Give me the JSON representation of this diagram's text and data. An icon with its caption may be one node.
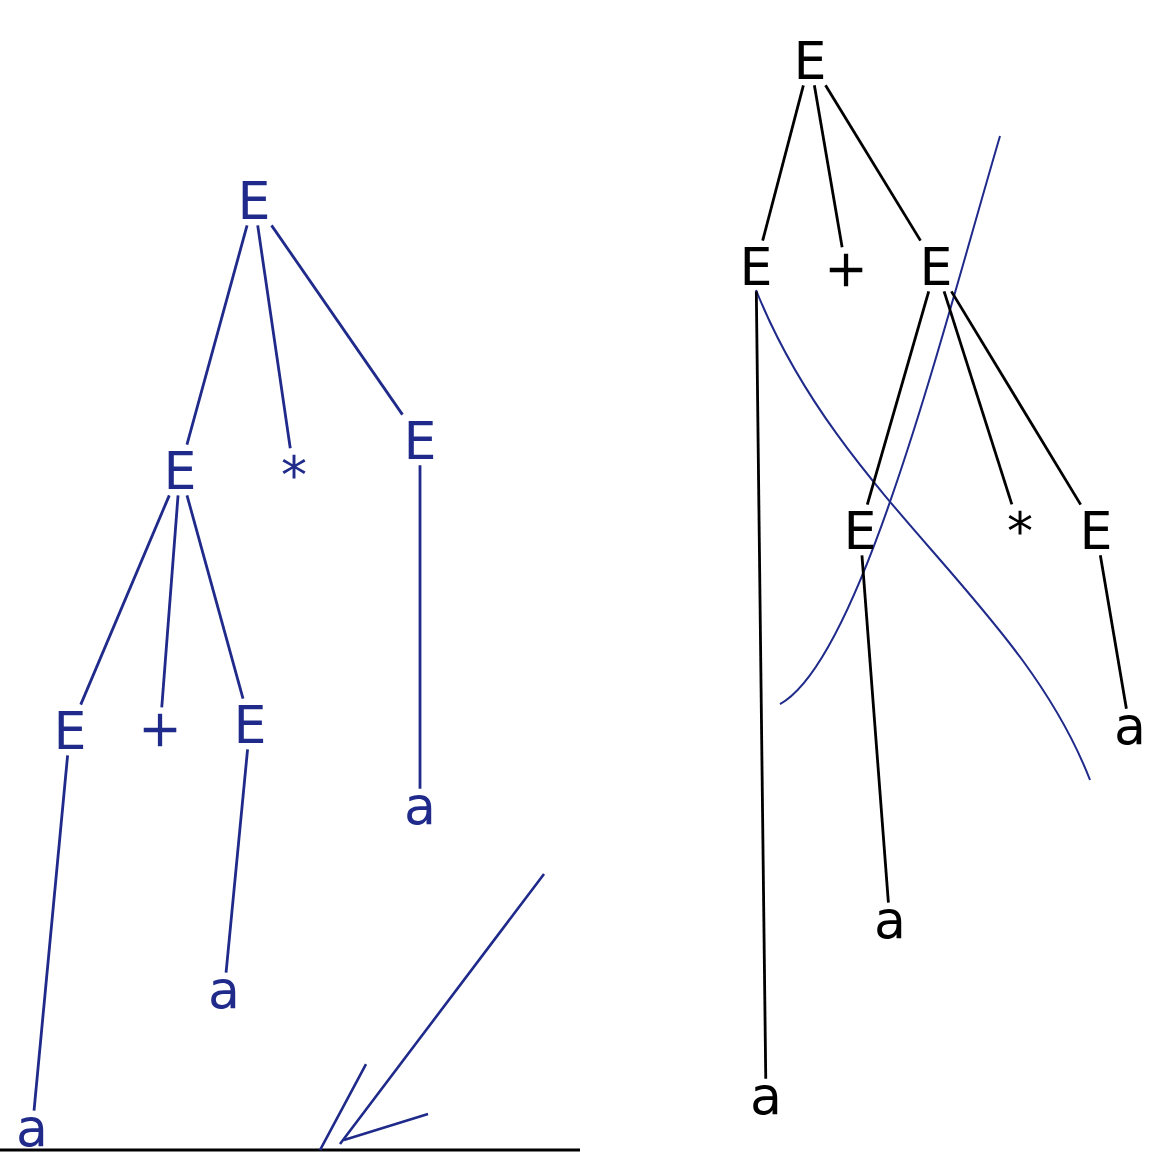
{
  "diagram": {
    "nodes": [
      {
        "text": [
          "E"
        ]
      },
      {
        "text": [
          "E"
        ]
      },
      {
        "text": [
          "*"
        ]
      },
      {
        "text": [
          "E"
        ]
      },
      {
        "text": [
          "E"
        ]
      },
      {
        "text": [
          "+"
        ]
      },
      {
        "text": [
          "E"
        ]
      },
      {
        "text": [
          "a"
        ]
      },
      {
        "text": [
          "a"
        ]
      },
      {
        "text": [
          "a"
        ]
      },
      {
        "text": [
          "E"
        ]
      },
      {
        "text": [
          "E"
        ]
      },
      {
        "text": [
          "+"
        ]
      },
      {
        "text": [
          "E"
        ]
      },
      {
        "text": [
          "E"
        ]
      },
      {
        "text": [
          "*"
        ]
      },
      {
        "text": [
          "E"
        ]
      },
      {
        "text": [
          "a"
        ]
      },
      {
        "text": [
          "a"
        ]
      },
      {
        "text": [
          "a"
        ]
      }
    ],
    "edges": [
      {
        "from": 0,
        "to": 1,
        "arrow": "none",
        "color": "#1f2a8a"
      },
      {
        "from": 0,
        "to": 2,
        "arrow": "none",
        "color": "#1f2a8a"
      },
      {
        "from": 0,
        "to": 3,
        "arrow": "none",
        "color": "#1f2a8a"
      },
      {
        "from": 1,
        "to": 4,
        "arrow": "none",
        "color": "#1f2a8a"
      },
      {
        "from": 1,
        "to": 5,
        "arrow": "none",
        "color": "#1f2a8a"
      },
      {
        "from": 1,
        "to": 6,
        "arrow": "none",
        "color": "#1f2a8a"
      },
      {
        "from": 4,
        "to": 9,
        "arrow": "none",
        "color": "#1f2a8a"
      },
      {
        "from": 6,
        "to": 8,
        "arrow": "none",
        "color": "#1f2a8a"
      },
      {
        "from": 3,
        "to": 7,
        "arrow": "none",
        "color": "#1f2a8a"
      },
      {
        "from": 10,
        "to": 11,
        "arrow": "none",
        "color": "#000000"
      },
      {
        "from": 10,
        "to": 12,
        "arrow": "none",
        "color": "#000000"
      },
      {
        "from": 10,
        "to": 13,
        "arrow": "none",
        "color": "#000000"
      },
      {
        "from": 13,
        "to": 14,
        "arrow": "none",
        "color": "#000000"
      },
      {
        "from": 13,
        "to": 15,
        "arrow": "none",
        "color": "#000000"
      },
      {
        "from": 13,
        "to": 16,
        "arrow": "none",
        "color": "#000000"
      },
      {
        "from": 11,
        "to": 19,
        "arrow": "none",
        "color": "#000000"
      },
      {
        "from": 14,
        "to": 18,
        "arrow": "none",
        "color": "#000000"
      },
      {
        "from": 16,
        "to": 17,
        "arrow": "none",
        "color": "#000000"
      }
    ]
  }
}
